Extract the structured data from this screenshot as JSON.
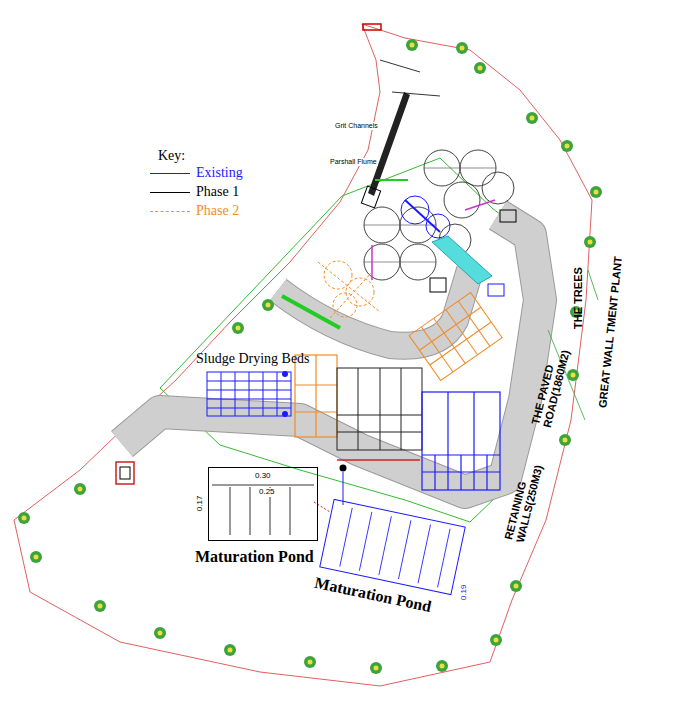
{
  "diagram": {
    "nodes": [
      {
        "text": [
          "Sludge Drying Beds"
        ]
      },
      {
        "text": [
          "Maturation Pond"
        ]
      },
      {
        "text": [
          "Maturation Pond"
        ]
      }
    ],
    "labels": [
      "Key:",
      "0.30",
      "0.25",
      "0.17",
      "0.19",
      "Grit Channels",
      "Parshall Flume",
      "THE TREES",
      "GREAT WALL TMENT PLANT",
      "THE PAVED ROAD(1860M2)",
      "RETAINING WALLS(250M3)"
    ],
    "legend": [
      {
        "text": "Existing"
      },
      {
        "text": "Phase 1"
      },
      {
        "text": "Phase 2"
      }
    ]
  }
}
